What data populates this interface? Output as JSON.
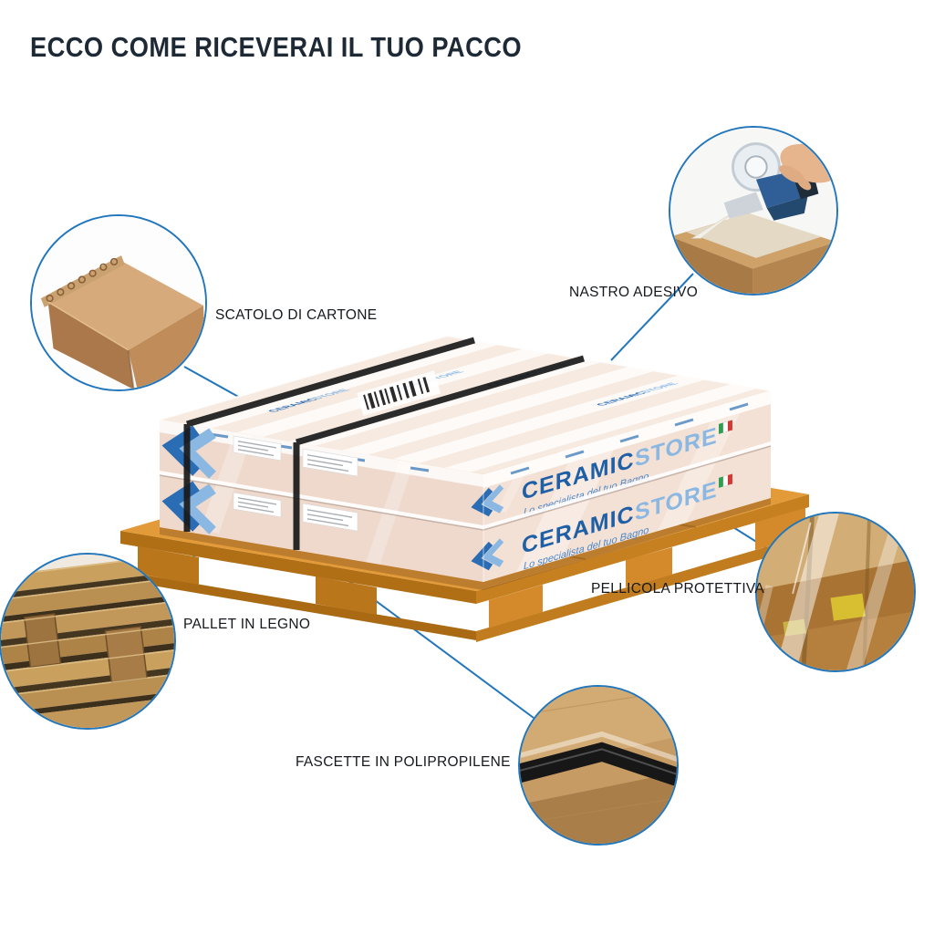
{
  "title": "ECCO COME RICEVERAI IL TUO PACCO",
  "brand": {
    "name": "CERAMIC",
    "suffix": "STORE",
    "tagline": "Lo specialista del tuo Bagno"
  },
  "callouts": [
    {
      "id": "cardboard-box",
      "label": "SCATOLO DI CARTONE"
    },
    {
      "id": "adhesive-tape",
      "label": "NASTRO ADESIVO"
    },
    {
      "id": "wooden-pallet",
      "label": "PALLET IN LEGNO"
    },
    {
      "id": "protective-film",
      "label": "PELLICOLA PROTETTIVA"
    },
    {
      "id": "polypropylene-straps",
      "label": "FASCETTE IN POLIPROPILENE"
    }
  ],
  "icons": {
    "brand_chevron": "double-left-chevron-icon"
  },
  "colors": {
    "accent_blue": "#2276bb",
    "title_color": "#1d2a36",
    "label_color": "#15181c",
    "brand_blue": "#1f5fa6",
    "brand_light_blue": "#8ab8e2",
    "box_pink": "#f4e1d5",
    "pallet_orange": "#e29b38",
    "strap_black": "#1a1a1a",
    "cardboard_tan": "#c89a6b"
  }
}
